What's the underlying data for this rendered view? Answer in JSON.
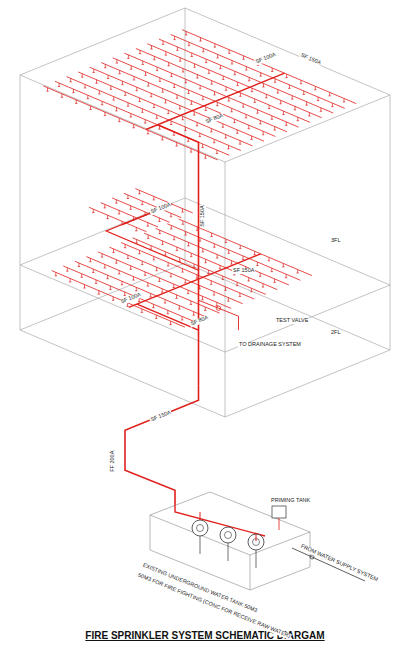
{
  "diagram": {
    "title": "FIRE SPRINKLER SYSTEM SCHEMATIC DIARGAM",
    "labels": [
      "SF 150A",
      "SF 100A",
      "SF 80A",
      "SF 100A",
      "SF 150A",
      "3FL",
      "SF 100A",
      "SF 150A",
      "SF 80A",
      "TO DRAINAGE SYSTEM",
      "TEST VALVE",
      "2FL",
      "SF 150A",
      "FF 200A",
      "PRIMING TANK",
      "FROM WATER SUPPLY SYSTEM",
      "EXISTING UNDERGROUND WATER TANK 50M3",
      "50M3 FOR FIRE FIGHTING (CONC FOR RECEIVE RAW WATER)"
    ]
  }
}
